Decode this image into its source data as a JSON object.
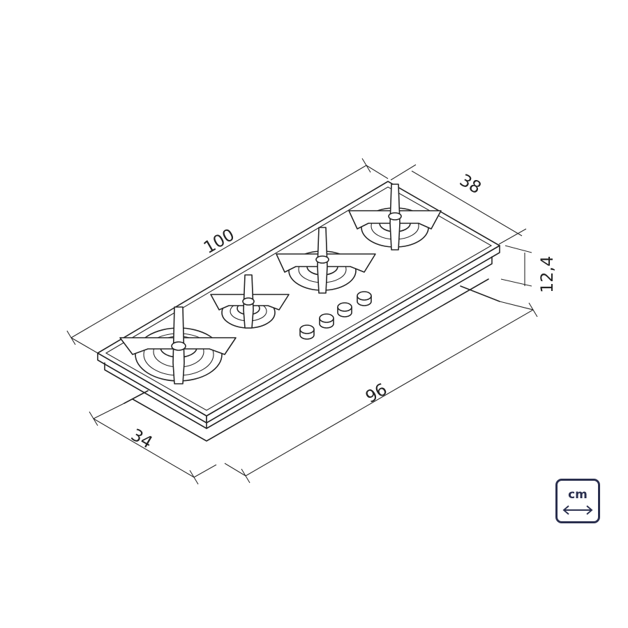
{
  "dimensions": {
    "total_width": "100",
    "total_depth": "38",
    "height": "12,4",
    "cutout_width": "96",
    "cutout_depth": "34"
  },
  "unit": {
    "label": "cm",
    "icon": "double-arrow-icon"
  },
  "colors": {
    "line": "#222222",
    "unit_badge": "#2a2f4e"
  }
}
